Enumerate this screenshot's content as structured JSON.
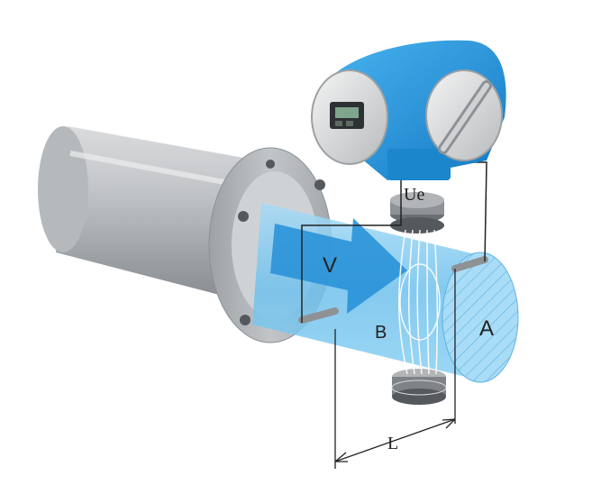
{
  "labels": {
    "voltage": "Ue",
    "velocity": "V",
    "field": "B",
    "area": "A",
    "length": "L"
  },
  "colors": {
    "pipe_blue": "#7cc7ef",
    "transmitter_blue": "#1f8fd6",
    "flange_gray": "#a9acb0",
    "body_gray": "#b9bcbf",
    "arrow_blue": "#2a92d8"
  }
}
